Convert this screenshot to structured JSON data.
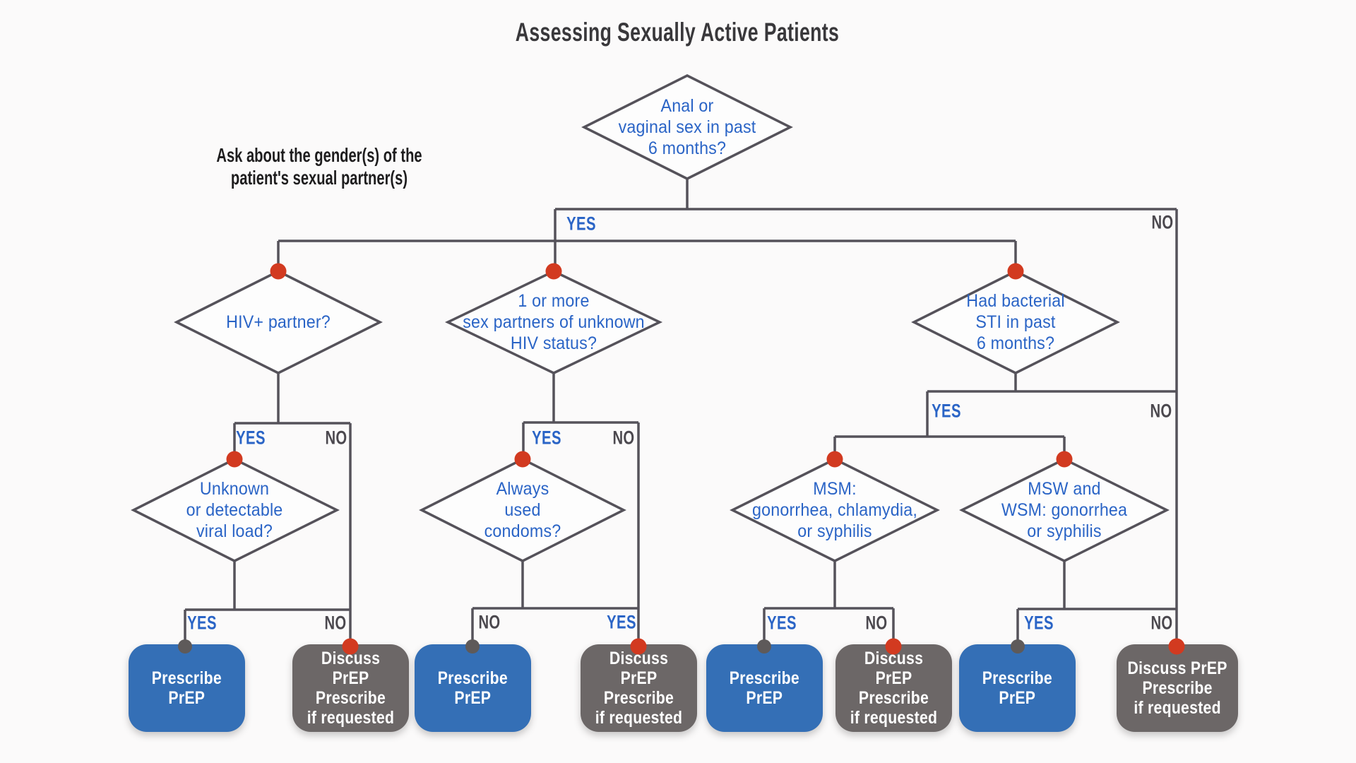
{
  "title": "Assessing Sexually Active Patients",
  "note": "Ask about the gender(s) of the\npatient's sexual partner(s)",
  "labels": {
    "yes": "YES",
    "no": "NO"
  },
  "questions": {
    "initial": "Anal or\nvaginal sex in past\n6 months?",
    "hiv_partner": "HIV+ partner?",
    "unknown_status_partners": "1 or more\nsex partners of unknown\nHIV status?",
    "bacterial_sti": "Had bacterial\nSTI in past\n6 months?",
    "viral_load": "Unknown\nor detectable\nviral load?",
    "condoms": "Always\nused\ncondoms?",
    "msm_sti": "MSM:\ngonorrhea, chlamydia,\nor syphilis",
    "msw_wsm_sti": "MSW and\nWSM: gonorrhea\nor syphilis"
  },
  "outcomes": {
    "prescribe": "Prescribe\nPrEP",
    "discuss": "Discuss PrEP\nPrescribe\nif requested"
  },
  "colors": {
    "prescribe_box": "#346FB6",
    "discuss_box": "#6C6767",
    "question_text": "#2A64C6",
    "yes_label": "#2A64C6",
    "no_label": "#4B484E",
    "connector": "#55525A",
    "junction_dot_red": "#D23A20",
    "junction_dot_gray": "#5E5A5A"
  }
}
